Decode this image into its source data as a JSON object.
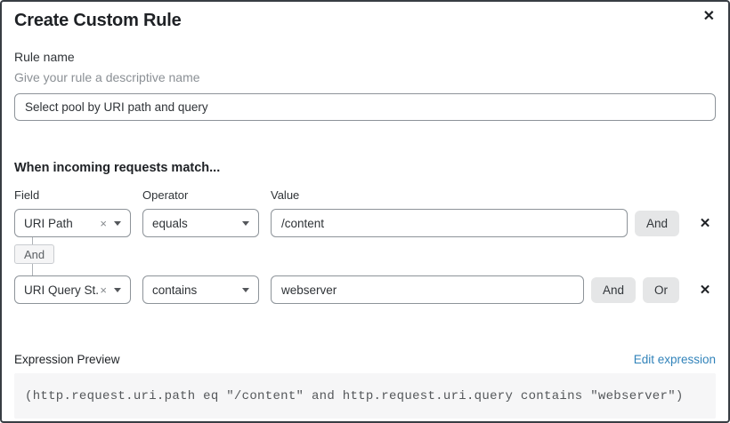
{
  "dialog": {
    "title": "Create Custom Rule"
  },
  "icons": {
    "close": "✕",
    "clear": "×"
  },
  "rule_name": {
    "label": "Rule name",
    "helper": "Give your rule a descriptive name",
    "value": "Select pool by URI path and query"
  },
  "match": {
    "heading": "When incoming requests match...",
    "columns": {
      "field": "Field",
      "operator": "Operator",
      "value": "Value"
    },
    "rows": [
      {
        "field": "URI Path",
        "operator": "equals",
        "value": "/content",
        "connectors": [
          "And"
        ]
      },
      {
        "field": "URI Query St...",
        "operator": "contains",
        "value": "webserver",
        "connectors": [
          "And",
          "Or"
        ]
      }
    ],
    "group_connector": "And"
  },
  "expression": {
    "label": "Expression Preview",
    "edit_link": "Edit expression",
    "code": "(http.request.uri.path eq \"/content\" and http.request.uri.query contains \"webserver\")"
  },
  "colors": {
    "link_blue": "#3183ba",
    "button_gray": "#e5e6e7",
    "code_bg": "#f6f6f7",
    "border_gray": "#8d9399",
    "dialog_border": "#383d43"
  }
}
